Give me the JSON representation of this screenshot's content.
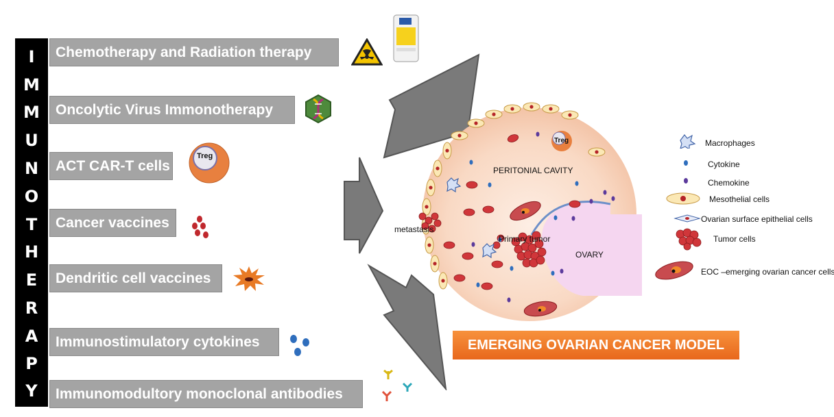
{
  "side_letters": [
    "I",
    "M",
    "M",
    "U",
    "N",
    "O",
    "T",
    "H",
    "E",
    "R",
    "A",
    "P",
    "Y"
  ],
  "therapies": [
    {
      "label": "Chemotherapy and Radiation therapy",
      "icon": "radiation-icon"
    },
    {
      "label": "Oncolytic Virus Immonotherapy",
      "icon": "virus-dna-icon"
    },
    {
      "label": "ACT CAR-T cells",
      "icon": "treg-cell-icon"
    },
    {
      "label": "Cancer vaccines",
      "icon": "red-cells-icon"
    },
    {
      "label": "Dendritic cell vaccines",
      "icon": "dendritic-cell-icon"
    },
    {
      "label": "Immunostimulatory cytokines",
      "icon": "cytokine-icon"
    },
    {
      "label": "Immunomodultory monoclonal antibodies",
      "icon": "antibody-icon"
    }
  ],
  "treg_label": "Treg",
  "model": {
    "cavity_label": "PERITONIAL CAVITY",
    "metastasis_label": "metastasis",
    "primary_tumor_label": "Primary tumor",
    "ovary_label": "OVARY",
    "title": "EMERGING OVARIAN CANCER MODEL"
  },
  "legend": [
    {
      "label": "Macrophages",
      "icon": "macrophage-icon"
    },
    {
      "label": "Cytokine",
      "icon": "cytokine-dot-icon"
    },
    {
      "label": "Chemokine",
      "icon": "chemokine-dot-icon"
    },
    {
      "label": "Mesothelial cells",
      "icon": "mesothelial-cell-icon"
    },
    {
      "label": "Ovarian surface epithelial cells",
      "icon": "epithelial-cell-icon"
    },
    {
      "label": "Tumor cells",
      "icon": "tumor-cluster-icon"
    },
    {
      "label": "EOC –emerging ovarian cancer cells",
      "icon": "eoc-cell-icon"
    }
  ],
  "colors": {
    "bar": "#a4a4a4",
    "sidebar": "#000000",
    "model_banner": "#ef7a2a",
    "cell_red": "#c0282d",
    "cavity": "#fbe0cf",
    "ovary": "#f5d6f0"
  }
}
